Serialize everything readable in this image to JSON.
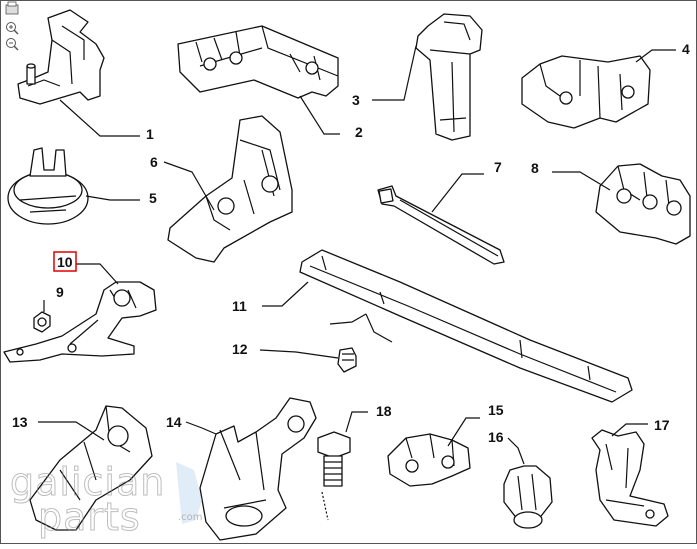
{
  "diagram": {
    "callouts": [
      {
        "id": "c1",
        "label": "1",
        "highlight": false
      },
      {
        "id": "c2",
        "label": "2",
        "highlight": false
      },
      {
        "id": "c3",
        "label": "3",
        "highlight": false
      },
      {
        "id": "c4",
        "label": "4",
        "highlight": false
      },
      {
        "id": "c5",
        "label": "5",
        "highlight": false
      },
      {
        "id": "c6",
        "label": "6",
        "highlight": false
      },
      {
        "id": "c7",
        "label": "7",
        "highlight": false
      },
      {
        "id": "c8",
        "label": "8",
        "highlight": false
      },
      {
        "id": "c9",
        "label": "9",
        "highlight": false
      },
      {
        "id": "c10",
        "label": "10",
        "highlight": true
      },
      {
        "id": "c11",
        "label": "11",
        "highlight": false
      },
      {
        "id": "c12",
        "label": "12",
        "highlight": false
      },
      {
        "id": "c13",
        "label": "13",
        "highlight": false
      },
      {
        "id": "c14",
        "label": "14",
        "highlight": false
      },
      {
        "id": "c15",
        "label": "15",
        "highlight": false
      },
      {
        "id": "c16",
        "label": "16",
        "highlight": false
      },
      {
        "id": "c17",
        "label": "17",
        "highlight": false
      },
      {
        "id": "c18",
        "label": "18",
        "highlight": false
      }
    ],
    "highlight_color": "#e00000",
    "toolbar_icons": [
      "print-icon",
      "zoom-in-icon",
      "zoom-out-icon"
    ]
  },
  "watermark": {
    "line1": "galician",
    "line2": "parts",
    "suffix": ".com"
  }
}
